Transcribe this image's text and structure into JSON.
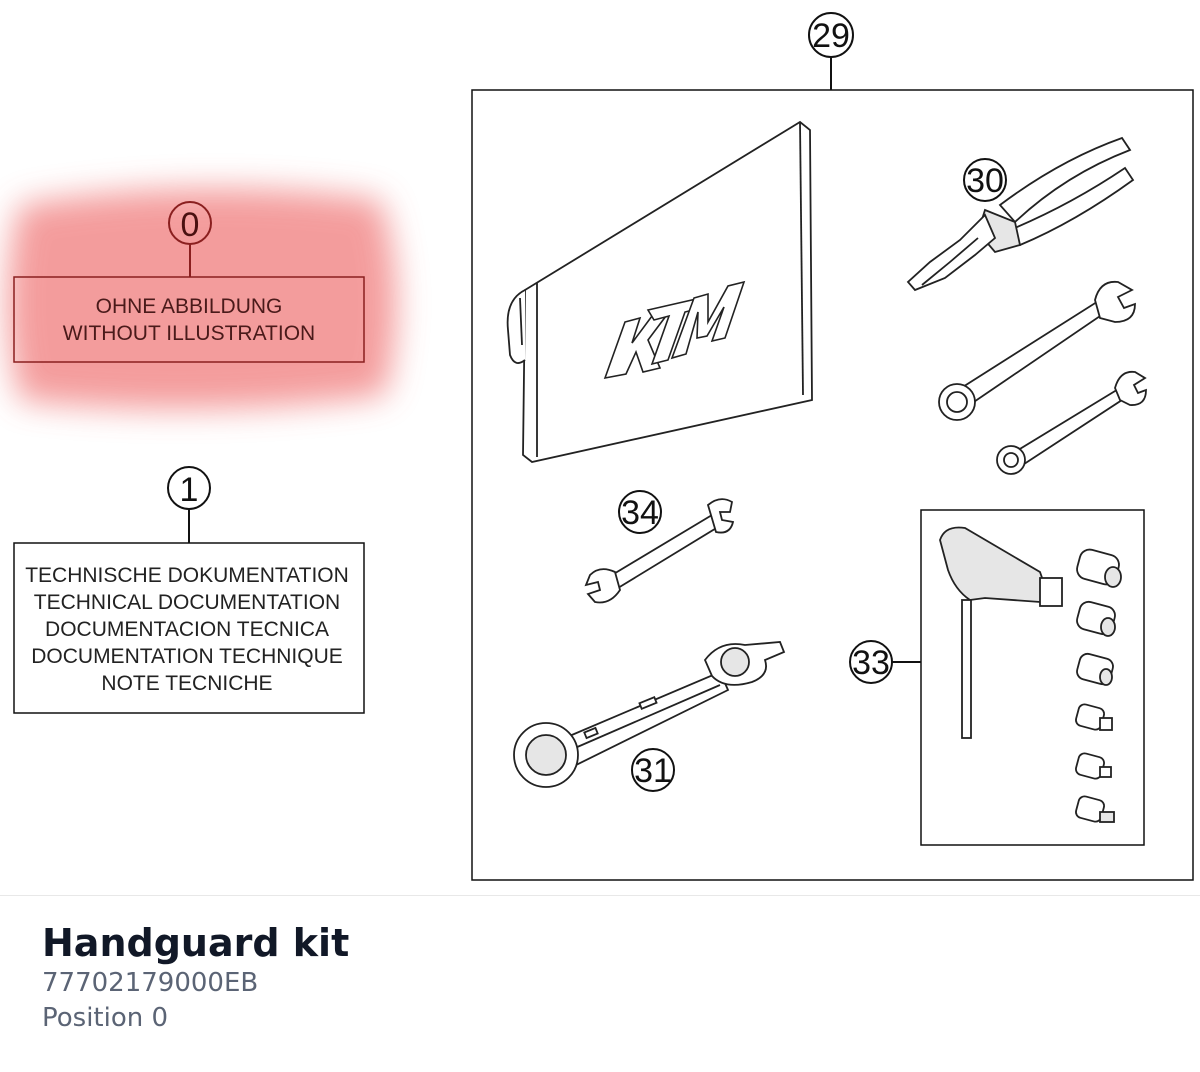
{
  "diagram": {
    "callouts": {
      "c0": "0",
      "c1": "1",
      "c29": "29",
      "c30": "30",
      "c31": "31",
      "c33": "33",
      "c34": "34"
    },
    "highlight_box": {
      "line1": "OHNE ABBILDUNG",
      "line2": "WITHOUT ILLUSTRATION"
    },
    "doc_box": {
      "line1": "TECHNISCHE DOKUMENTATION",
      "line2": "TECHNICAL DOCUMENTATION",
      "line3": "DOCUMENTACION TECNICA",
      "line4": "DOCUMENTATION TECHNIQUE",
      "line5": "NOTE TECNICHE"
    },
    "highlight_color": "#f28b8b"
  },
  "footer": {
    "title": "Handguard kit",
    "part_number": "77702179000EB",
    "position": "Position 0"
  }
}
